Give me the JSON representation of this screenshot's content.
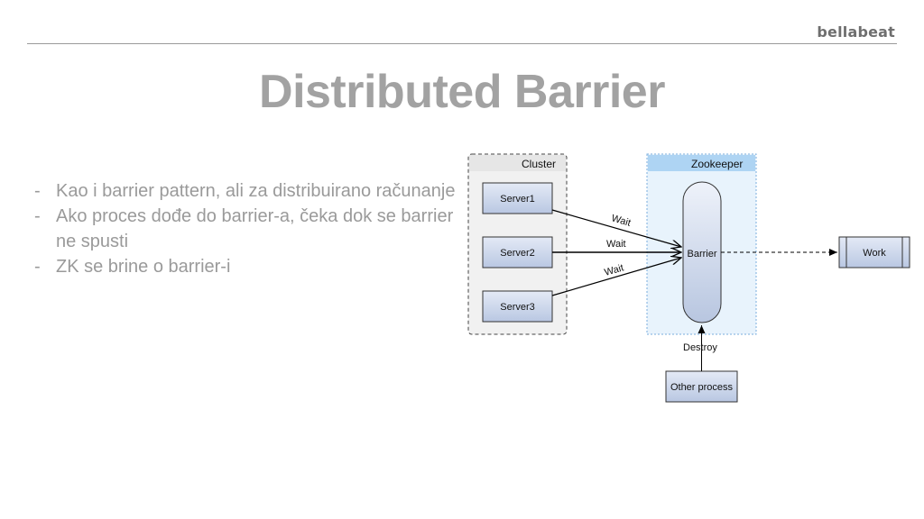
{
  "brand": "bellabeat",
  "title": "Distributed Barrier",
  "bullets": [
    "Kao i barrier pattern, ali za distribuirano računanje",
    "Ako proces dođe do barrier-a, čeka dok se barrier ne spusti",
    "ZK se brine o barrier-i"
  ],
  "diagram": {
    "cluster_label": "Cluster",
    "zookeeper_label": "Zookeeper",
    "servers": [
      "Server1",
      "Server2",
      "Server3"
    ],
    "barrier_label": "Barrier",
    "work_label": "Work",
    "other_process_label": "Other process",
    "wait_labels": [
      "Wait",
      "Wait",
      "Wait"
    ],
    "destroy_label": "Destroy"
  }
}
